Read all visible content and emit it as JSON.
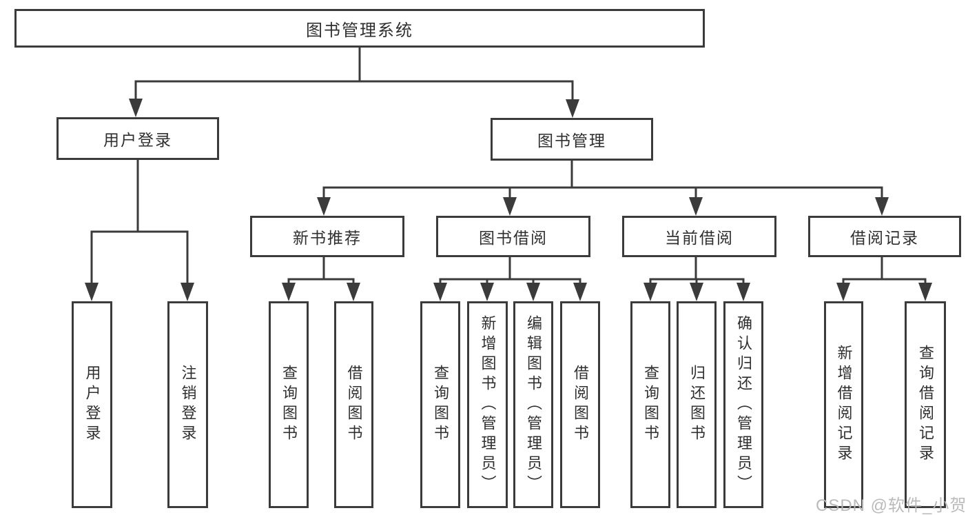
{
  "diagram": {
    "root": {
      "label": "图书管理系统"
    },
    "branches": {
      "user": {
        "label": "用户登录",
        "children": [
          {
            "label": "用户登录"
          },
          {
            "label": "注销登录"
          }
        ]
      },
      "book": {
        "label": "图书管理",
        "sections": [
          {
            "label": "新书推荐",
            "children": [
              {
                "label": "查询图书"
              },
              {
                "label": "借阅图书"
              }
            ]
          },
          {
            "label": "图书借阅",
            "children": [
              {
                "label": "查询图书"
              },
              {
                "label": "新增图书（管理员）"
              },
              {
                "label": "编辑图书（管理员）"
              },
              {
                "label": "借阅图书"
              }
            ]
          },
          {
            "label": "当前借阅",
            "children": [
              {
                "label": "查询图书"
              },
              {
                "label": "归还图书"
              },
              {
                "label": "确认归还（管理员）"
              }
            ]
          },
          {
            "label": "借阅记录",
            "children": [
              {
                "label": "新增借阅记录"
              },
              {
                "label": "查询借阅记录"
              }
            ]
          }
        ]
      }
    }
  },
  "watermark": {
    "text": "CSDN @软件_小贺同学"
  },
  "colors": {
    "line": "#3b3b3b",
    "text": "#2f2f2f",
    "watermark": "#b7b7b7",
    "background": "#ffffff"
  }
}
